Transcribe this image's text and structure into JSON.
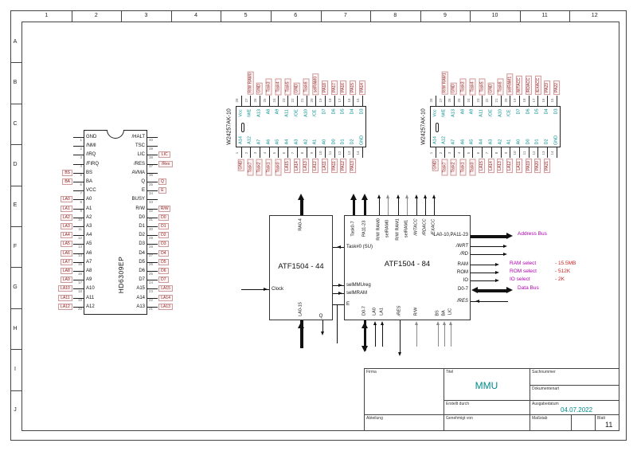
{
  "frame": {
    "columns": [
      "1",
      "2",
      "3",
      "4",
      "5",
      "6",
      "7",
      "8",
      "9",
      "10",
      "11",
      "12"
    ],
    "rows": [
      "A",
      "B",
      "C",
      "D",
      "E",
      "F",
      "G",
      "H",
      "I",
      "J"
    ]
  },
  "title_block": {
    "firma_label": "Firma",
    "titel_label": "Titel",
    "titel_value": "MMU",
    "sachnummer_label": "Sachnummer",
    "dokumentenart_label": "Dokumentenart",
    "erstellt_label": "Erstellt durch",
    "ausgabedatum_label": "Ausgabedatum",
    "ausgabedatum_value": "04.07.2022",
    "abteilung_label": "Abteilung",
    "genehmigt_label": "Genehmigt von",
    "massstab_label": "Maßstab",
    "blatt_label": "Blatt",
    "blatt_value": "11"
  },
  "cpu": {
    "ref": "HD6309EP",
    "left_pins": [
      {
        "n": "1",
        "name": "GND"
      },
      {
        "n": "2",
        "name": "/NMI"
      },
      {
        "n": "3",
        "name": "/IRQ"
      },
      {
        "n": "4",
        "name": "/FIRQ"
      },
      {
        "n": "5",
        "name": "BS",
        "label": "BS"
      },
      {
        "n": "6",
        "name": "BA",
        "label": "BA"
      },
      {
        "n": "7",
        "name": "VCC"
      },
      {
        "n": "8",
        "name": "A0",
        "label": "LA0"
      },
      {
        "n": "9",
        "name": "A1",
        "label": "LA1"
      },
      {
        "n": "10",
        "name": "A2",
        "label": "LA2"
      },
      {
        "n": "11",
        "name": "A3",
        "label": "LA3"
      },
      {
        "n": "12",
        "name": "A4",
        "label": "LA4"
      },
      {
        "n": "13",
        "name": "A5",
        "label": "LA5"
      },
      {
        "n": "14",
        "name": "A6",
        "label": "LA6"
      },
      {
        "n": "15",
        "name": "A7",
        "label": "LA7"
      },
      {
        "n": "16",
        "name": "A8",
        "label": "LA8"
      },
      {
        "n": "17",
        "name": "A9",
        "label": "LA9"
      },
      {
        "n": "18",
        "name": "A10",
        "label": "LA10"
      },
      {
        "n": "19",
        "name": "A11",
        "label": "LA11"
      },
      {
        "n": "20",
        "name": "A12",
        "label": "LA12"
      }
    ],
    "right_pins": [
      {
        "n": "40",
        "name": "/HALT"
      },
      {
        "n": "39",
        "name": "TSC"
      },
      {
        "n": "38",
        "name": "LIC",
        "label": "LIC"
      },
      {
        "n": "37",
        "name": "/RES",
        "label": "/Res"
      },
      {
        "n": "36",
        "name": "AVMA"
      },
      {
        "n": "35",
        "name": "Q",
        "label": "Q"
      },
      {
        "n": "34",
        "name": "E",
        "label": "E"
      },
      {
        "n": "33",
        "name": "BUSY"
      },
      {
        "n": "32",
        "name": "R/W",
        "label": "R/W"
      },
      {
        "n": "31",
        "name": "D0",
        "label": "D0"
      },
      {
        "n": "30",
        "name": "D1",
        "label": "D1"
      },
      {
        "n": "29",
        "name": "D2",
        "label": "D2"
      },
      {
        "n": "28",
        "name": "D3",
        "label": "D3"
      },
      {
        "n": "27",
        "name": "D4",
        "label": "D4"
      },
      {
        "n": "26",
        "name": "D5",
        "label": "D5"
      },
      {
        "n": "25",
        "name": "D6",
        "label": "D6"
      },
      {
        "n": "24",
        "name": "D7",
        "label": "D7"
      },
      {
        "n": "23",
        "name": "A15",
        "label": "LA15"
      },
      {
        "n": "22",
        "name": "A14",
        "label": "LA14"
      },
      {
        "n": "21",
        "name": "A13",
        "label": "LA13"
      }
    ]
  },
  "ram": {
    "ref": "W24257AK-10",
    "top_names": [
      "Vcc",
      "/WE",
      "A13",
      "A8",
      "A9",
      "A11",
      "/OE",
      "A10",
      "/CE",
      "D7",
      "D6",
      "D5",
      "D4",
      "D3"
    ],
    "bottom_names": [
      "A14",
      "A12",
      "A7",
      "A6",
      "A5",
      "A4",
      "A3",
      "A2",
      "A1",
      "A0",
      "D0",
      "D1",
      "D2",
      "GND"
    ],
    "chips": [
      {
        "top_labels": [
          null,
          "R/W RAM0",
          "GND",
          "Task3",
          "Task4",
          "Task5",
          "GND",
          "Task6",
          "selRAM0",
          "PA18",
          "PA17",
          "PA16",
          "PA15",
          "PA14"
        ],
        "bottom_labels": [
          "GND",
          "Task7",
          "Task2",
          "Task1",
          "Task0",
          "LA15",
          "LA14",
          "LA13",
          "LA12",
          "LA11",
          "PA11",
          "PA12",
          "PA13",
          null
        ]
      },
      {
        "top_labels": [
          null,
          "R/W RAM1",
          "GND",
          "Task3",
          "Task4",
          "Task5",
          "GND",
          "Task6",
          "selRAM1",
          "/WTACC",
          "/RDACC",
          "/EXACC",
          "PA23",
          "PA22"
        ],
        "bottom_labels": [
          "GND",
          "Task7",
          "Task2",
          "Task1",
          "Task0",
          "LA15",
          "LA14",
          "LA13",
          "LA12",
          "LA11",
          "PA19",
          "PA20",
          "PA21",
          null
        ]
      }
    ]
  },
  "cpld44": {
    "name": "ATF1504 - 44",
    "top_pin": "RA0-4",
    "left_pin": "Clock",
    "bottom_bus": "LA0-15",
    "bottom_q": "Q"
  },
  "cpld84": {
    "name": "ATF1504 - 84",
    "top_pins": [
      "Task0-7",
      "PA11-23",
      "R/W RAM0",
      "selRAM0",
      "R/W RAM1",
      "selRAM1",
      "/WTACC",
      "/RDACC",
      "/EXACC"
    ],
    "left_pins": [
      "Task#0 (SU)",
      "selMMUreg",
      "selMRAM",
      "E"
    ],
    "bottom_pins": [
      "D0-7",
      "LA0",
      "LA1",
      "/RES",
      "R/W",
      "BS",
      "BA",
      "LIC"
    ],
    "right_pins": [
      "LA0-10,PA11-23",
      "/WRT",
      "/RD",
      "RAM",
      "ROM",
      "IO",
      "D0-7",
      "/RES"
    ]
  },
  "annotations": {
    "address_bus": "Address Bus",
    "data_bus": "Data Bus",
    "selects": [
      {
        "label": "RAM select",
        "value": "- 15.5MB"
      },
      {
        "label": "ROM select",
        "value": "- 512K"
      },
      {
        "label": "IO select",
        "value": "- 2K"
      }
    ]
  },
  "colors": {
    "teal": "#008b8b",
    "magenta": "#b100b1",
    "net_label_red": "#8b1d1d",
    "value_red": "#cc2020"
  }
}
